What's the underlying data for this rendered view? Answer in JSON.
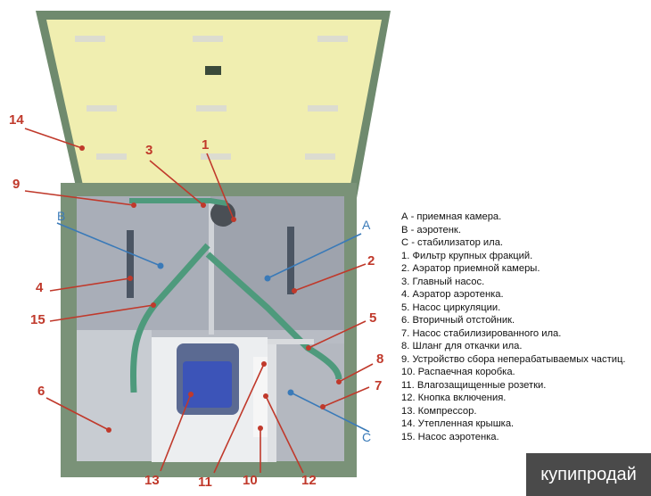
{
  "legend": [
    "А - приемная камера.",
    "В - аэротенк.",
    "С - стабилизатор ила.",
    "1. Фильтр крупных фракций.",
    "2. Аэратор приемной камеры.",
    "3. Главный насос.",
    "4. Аэратор аэротенка.",
    "5. Насос циркуляции.",
    "6. Вторичный отстойник.",
    "7. Насос стабилизированного ила.",
    "8. Шланг для откачки ила.",
    "9. Устройство сбора неперабатываемых частиц.",
    "10. Распаечная коробка.",
    "11. Влагозащищенные розетки.",
    "12. Кнопка включения.",
    "13. Компрессор.",
    "14. Утепленная крышка.",
    "15. Насос аэротенка."
  ],
  "callouts": {
    "n1": "1",
    "n2": "2",
    "n3": "3",
    "n4": "4",
    "n5": "5",
    "n6": "6",
    "n7": "7",
    "n8": "8",
    "n9": "9",
    "n10": "10",
    "n11": "11",
    "n12": "12",
    "n13": "13",
    "n14": "14",
    "n15": "15",
    "a": "A",
    "b": "B",
    "c": "C"
  },
  "watermark": "купипродай",
  "colors": {
    "callout_red": "#c0392b",
    "callout_blue": "#3a7ab8",
    "lid": "#f0eeb0",
    "frame": "#7a9278",
    "pipe": "#4e9a7c"
  }
}
